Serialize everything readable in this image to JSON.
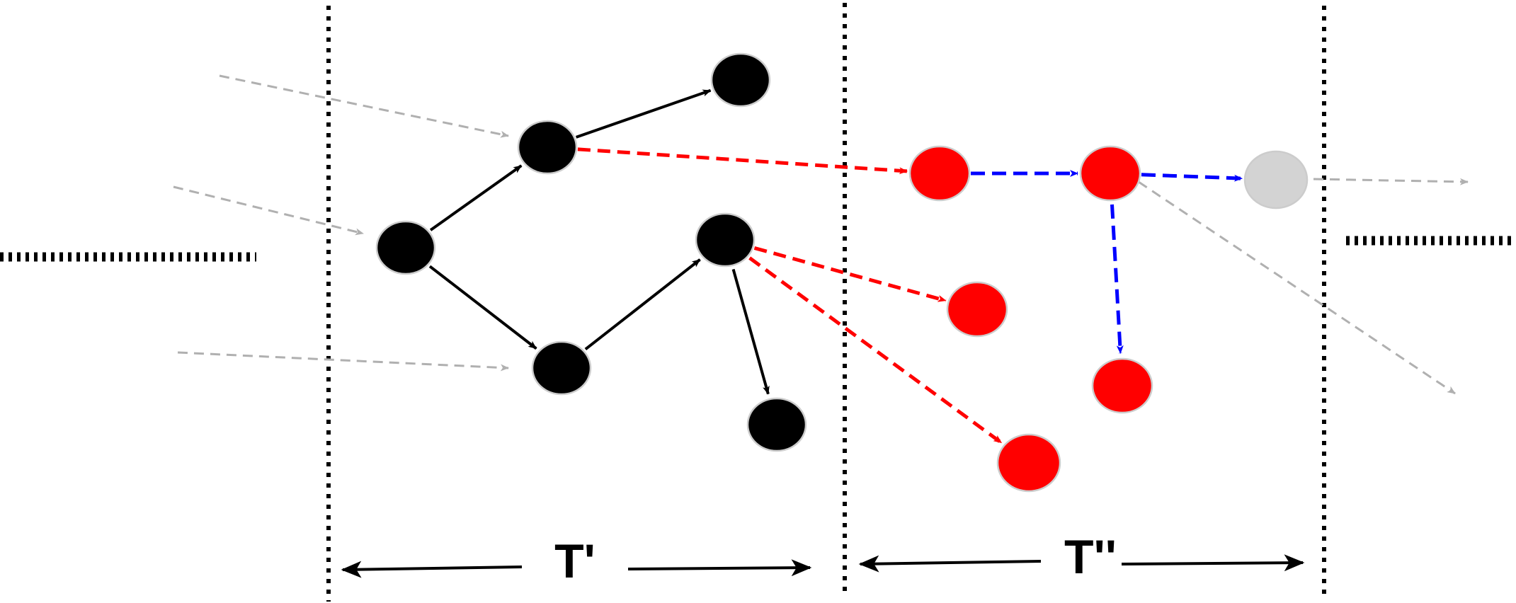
{
  "colors": {
    "past_node": "#000000",
    "affected_node": "#ff0000",
    "future_node": "#d3d3d3",
    "black_edge": "#000000",
    "red_edge": "#ff0000",
    "blue_edge": "#0000ff",
    "gray_edge": "#b0b0b0"
  },
  "periods": [
    {
      "id": "t-prime",
      "label": "T'"
    },
    {
      "id": "t-double-prime",
      "label": "T''"
    }
  ],
  "nodes": [
    {
      "id": "a",
      "kind": "past"
    },
    {
      "id": "b",
      "kind": "past"
    },
    {
      "id": "c",
      "kind": "past"
    },
    {
      "id": "d",
      "kind": "past"
    },
    {
      "id": "e",
      "kind": "past"
    },
    {
      "id": "f",
      "kind": "past"
    },
    {
      "id": "r1",
      "kind": "affected"
    },
    {
      "id": "r2",
      "kind": "affected"
    },
    {
      "id": "r3",
      "kind": "affected"
    },
    {
      "id": "r4",
      "kind": "affected"
    },
    {
      "id": "r5",
      "kind": "affected"
    },
    {
      "id": "g",
      "kind": "future"
    }
  ],
  "edges": [
    {
      "from": "a",
      "to": "b",
      "style": "black"
    },
    {
      "from": "b",
      "to": "e",
      "style": "black"
    },
    {
      "from": "a",
      "to": "c",
      "style": "black"
    },
    {
      "from": "c",
      "to": "d",
      "style": "black"
    },
    {
      "from": "d",
      "to": "f",
      "style": "black"
    },
    {
      "from": "b",
      "to": "r1",
      "style": "red"
    },
    {
      "from": "d",
      "to": "r3",
      "style": "red"
    },
    {
      "from": "d",
      "to": "r4",
      "style": "red"
    },
    {
      "from": "r1",
      "to": "r2",
      "style": "blue"
    },
    {
      "from": "r2",
      "to": "g",
      "style": "blue"
    },
    {
      "from": "r2",
      "to": "r5",
      "style": "blue"
    }
  ]
}
